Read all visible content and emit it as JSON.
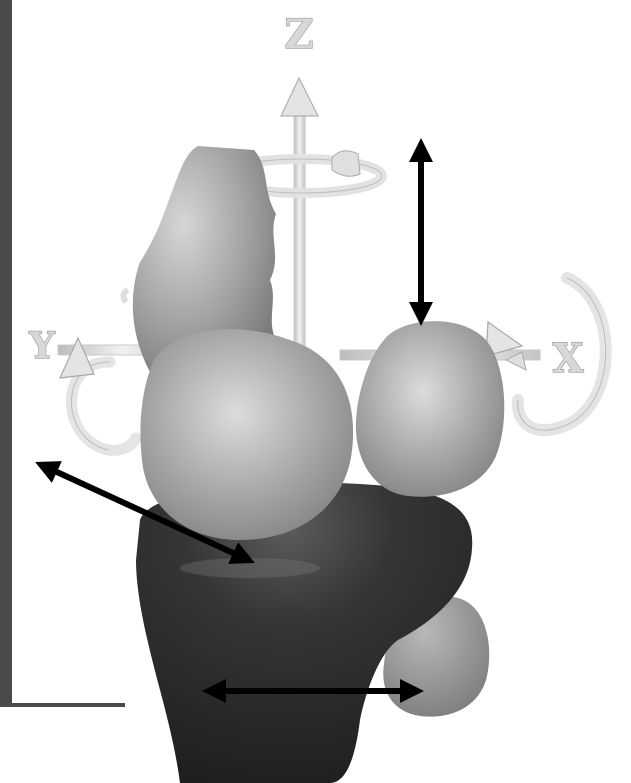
{
  "figure": {
    "axes": {
      "z_label": "Z",
      "y_label": "Y",
      "x_label": "X"
    },
    "colors": {
      "background": "#ffffff",
      "side_panel": "#4a4a4a",
      "femur": "#a4a4a4",
      "tibia": "#2e2e2e",
      "fibula": "#8e8e8e",
      "axis_arrow": "#e6e6e6",
      "translation_arrow": "#000000"
    },
    "icons": [
      "rotation-arrow-icon",
      "translation-arrow-icon",
      "axis-arrow-icon"
    ]
  }
}
